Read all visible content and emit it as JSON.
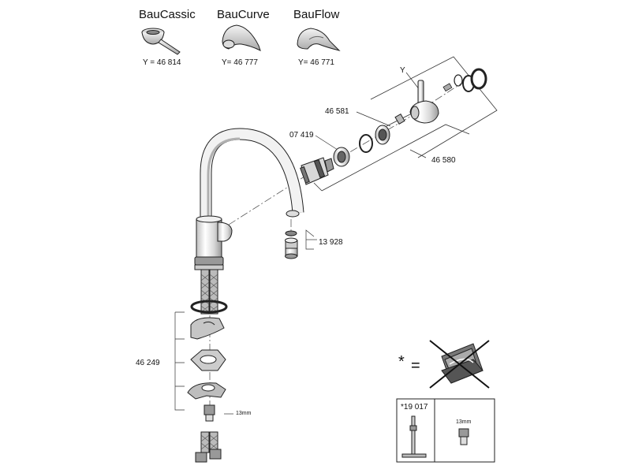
{
  "variants": [
    {
      "name": "BauCassic",
      "code": "Y = 46 814"
    },
    {
      "name": "BauCurve",
      "code": "Y= 46 777"
    },
    {
      "name": "BauFlow",
      "code": "Y= 46 771"
    }
  ],
  "parts": {
    "lever_group": "Y",
    "escutcheon": "46 581",
    "extension_set": "46 580",
    "cartridge_ring": "07 419",
    "aerator": "13 928",
    "mounting_set": "46 249",
    "mounting_wrench": "13mm"
  },
  "cleaning_notice": {
    "asterisk": "*",
    "equals": "="
  },
  "tool_box": {
    "tool_code": "*19 017",
    "wrench_size": "13mm"
  }
}
